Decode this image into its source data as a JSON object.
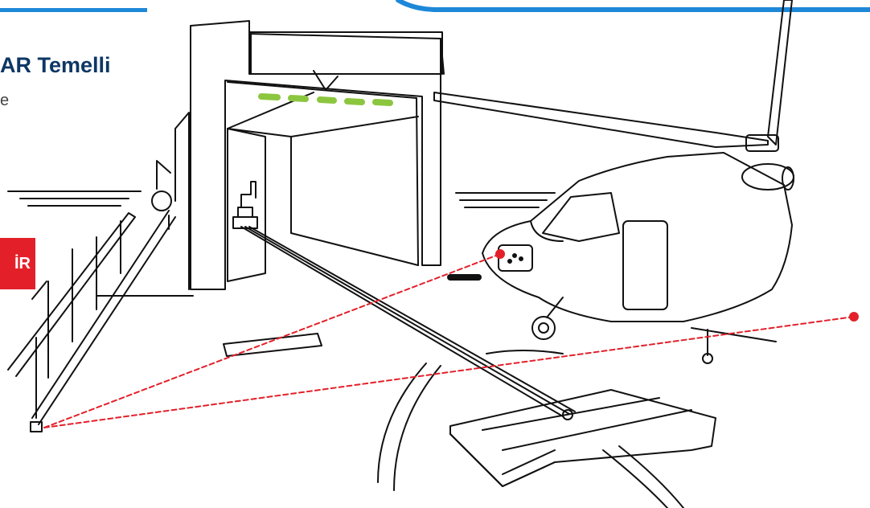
{
  "header": {
    "title_fragment": "AR Temelli",
    "subtitle_fragment": "e"
  },
  "cta": {
    "label_fragment": "İR"
  },
  "colors": {
    "accent_blue": "#1e88d8",
    "title_navy": "#0d3764",
    "cta_red": "#e3202a",
    "laser_red": "#e3202a",
    "light_green": "#8cc63f",
    "line": "#111111"
  },
  "scene": {
    "ship_lights_count": 5,
    "laser_beams": 2
  }
}
